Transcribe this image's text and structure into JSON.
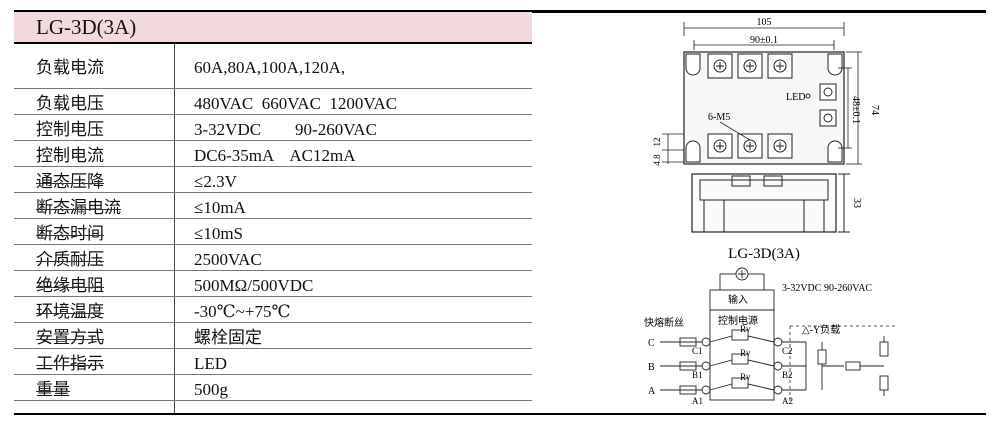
{
  "title": "LG-3D(3A)",
  "spec_table": {
    "labels": [
      "负载电流",
      "负载电压",
      "控制电压",
      "控制电流",
      "通态压降",
      "断态漏电流",
      "断态时间",
      "介质耐压",
      "绝缘电阻",
      "环境温度",
      "安置方式",
      "工作指示",
      "重量"
    ],
    "values": [
      "60A,80A,100A,120A,",
      "480VAC  660VAC  1200VAC",
      "3-32VDC        90-260VAC",
      "DC6-35mA    AC12mA",
      "≤2.3V",
      "≤10mA",
      "≤10mS",
      "2500VAC",
      "500MΩ/500VDC",
      "-30℃~+75℃",
      "螺栓固定",
      "LED",
      "500g"
    ]
  },
  "dimension_drawing": {
    "width_total": "105",
    "hole_spacing": "90±0.1",
    "height_holes": "48±0.1",
    "height_total": "74",
    "depth": "33",
    "dim_12": "12",
    "dim_4_8": "4.8",
    "screw_label": "6-M5",
    "led_label": "LED",
    "caption": "LG-3D(3A)"
  },
  "wiring_diagram": {
    "input_label": "输入",
    "control_voltage": "3-32VDC  90-260VAC",
    "fuse_label": "快熔断丝",
    "control_label": "控制电源",
    "load_label": "△-Y负载",
    "rv_label": "Rv",
    "terminals_left": [
      "C",
      "B",
      "A"
    ],
    "terminals_in": [
      "C1",
      "B1",
      "A1"
    ],
    "terminals_out": [
      "C2",
      "B2",
      "A2"
    ]
  }
}
